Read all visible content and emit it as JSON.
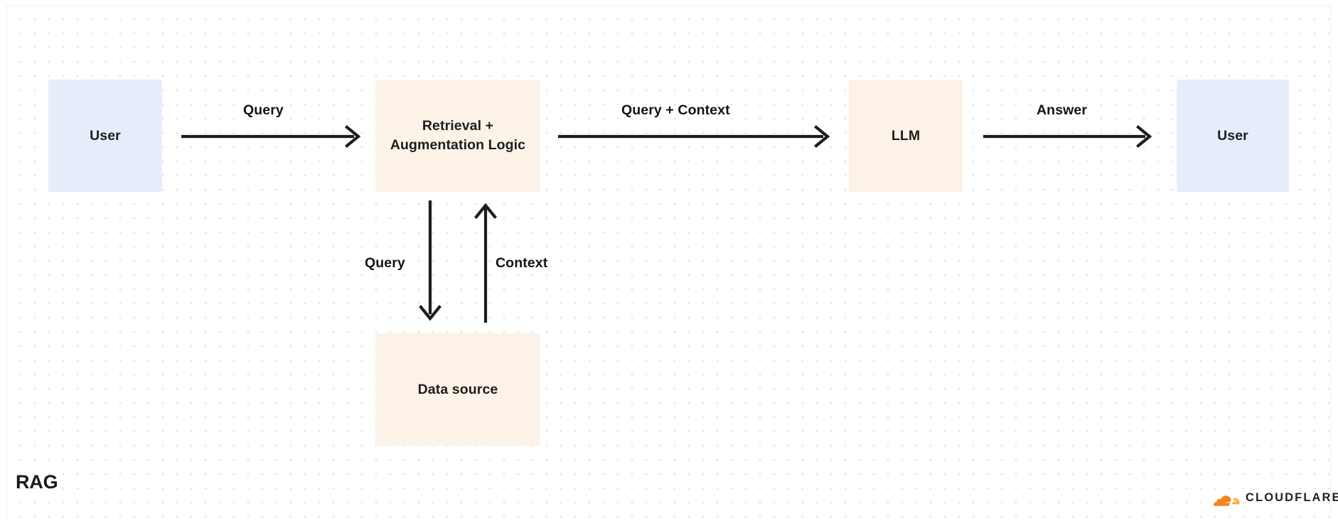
{
  "diagram": {
    "title": "RAG",
    "nodes": [
      {
        "id": "user-left",
        "label": "User"
      },
      {
        "id": "retrieval",
        "label": "Retrieval + Augmentation Logic"
      },
      {
        "id": "llm",
        "label": "LLM"
      },
      {
        "id": "user-right",
        "label": "User"
      },
      {
        "id": "data-source",
        "label": "Data source"
      }
    ],
    "edges": [
      {
        "id": "user-to-retrieval",
        "label": "Query"
      },
      {
        "id": "retrieval-to-llm",
        "label": "Query + Context"
      },
      {
        "id": "llm-to-user",
        "label": "Answer"
      },
      {
        "id": "retrieval-to-source",
        "label": "Query"
      },
      {
        "id": "source-to-retrieval",
        "label": "Context"
      }
    ],
    "colors": {
      "node_blue": "#e7eefb",
      "node_peach": "#fcf2e8",
      "arrow": "#1d1d1f",
      "text": "#1d1d1f",
      "grid_dot": "#e3e3e4",
      "brand_orange": "#f6821f",
      "brand_orange_light": "#fbad41"
    }
  },
  "branding": {
    "wordmark": "CLOUDFLARE",
    "logo_icon": "cloudflare-cloud-icon"
  }
}
